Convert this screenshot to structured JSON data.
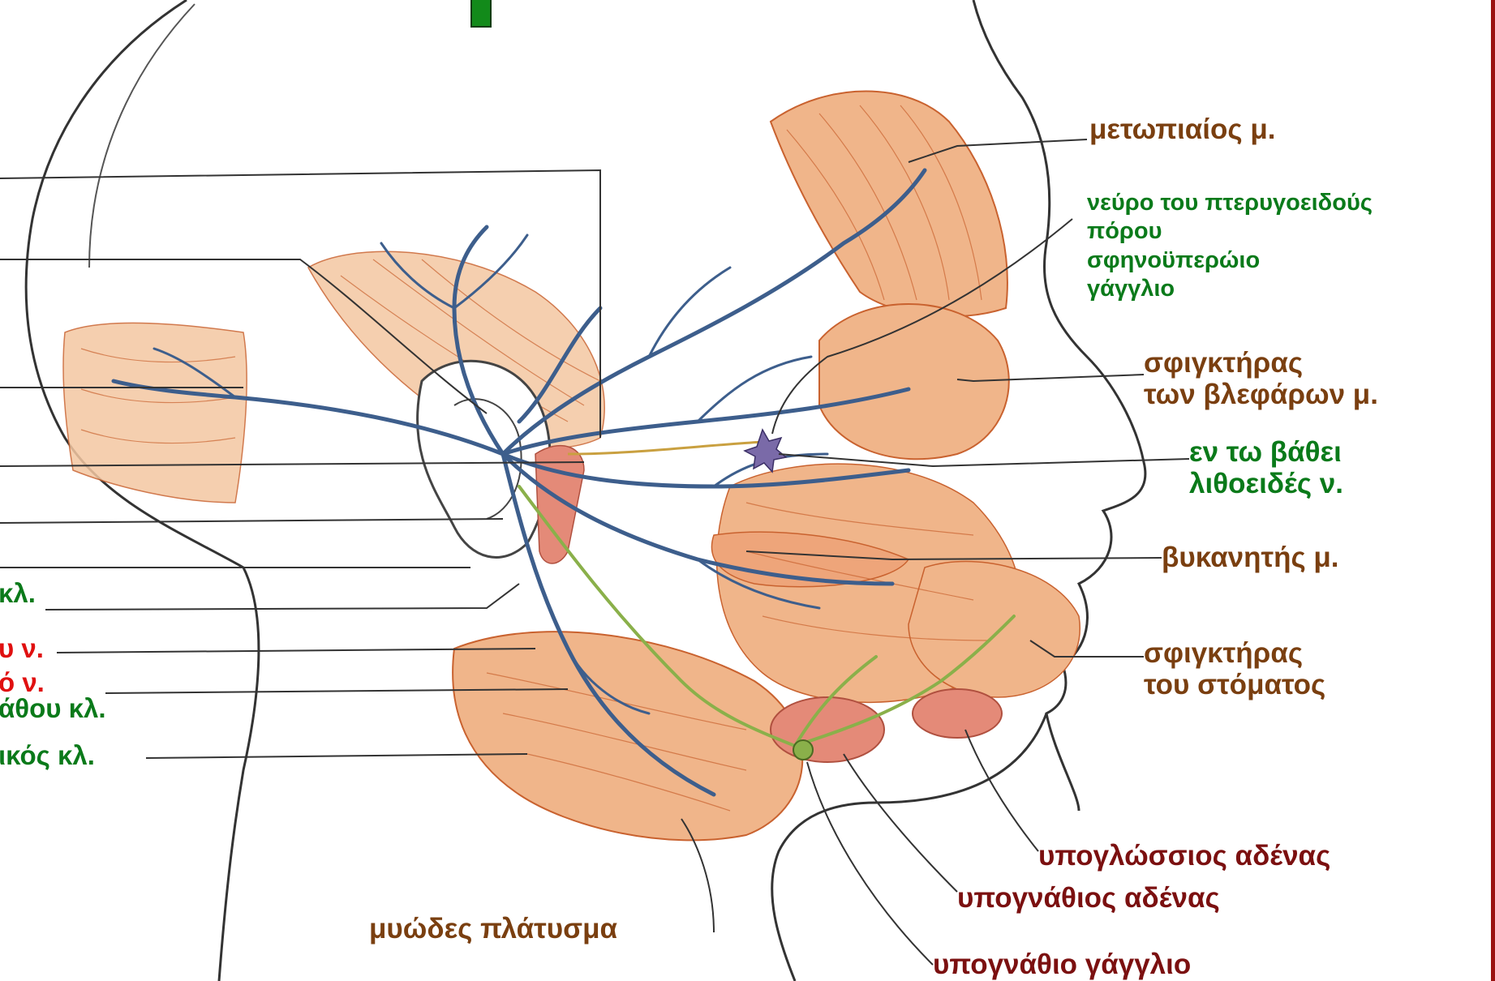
{
  "colors": {
    "muscle": "#f0b58a",
    "muscle_dark": "#c9622f",
    "nerve": "#3d5e8c",
    "nerve_parasympathetic": "#8ab04a",
    "gland": "#e48a78",
    "label_brown": "#7a3f10",
    "label_maroon": "#7b1010",
    "label_green": "#0a7a1a",
    "label_red": "#e01010",
    "frame": "#9a1010"
  },
  "labels": {
    "frontalis": "μετωπιαίος μ.",
    "pterygoid_canal_nerve_line1": "νεύρο του πτερυγοειδούς",
    "pterygoid_canal_nerve_line2": "πόρου",
    "pterygopalatine_ganglion_line1": "σφηνοϋπερώιο",
    "pterygopalatine_ganglion_line2": "γάγγλιο",
    "orbicularis_oculi_line1": "σφιγκτήρας",
    "orbicularis_oculi_line2": "των βλεφάρων μ.",
    "deep_petrosal_line1": "εν τω βάθει",
    "deep_petrosal_line2": "λιθοειδές ν.",
    "buccinator": "βυκανητής μ.",
    "orbicularis_oris_line1": "σφιγκτήρας",
    "orbicularis_oris_line2": "του στόματος",
    "sublingual_gland": "υπογλώσσιος αδένας",
    "submandibular_gland": "υπογνάθιος αδένας",
    "submandibular_ganglion": "υπογνάθιο γάγγλιο",
    "platysma": "μυώδες πλάτυσμα",
    "left_clipped_1": "κλ.",
    "left_clipped_2": "υ ν.",
    "left_clipped_3": "ό ν.",
    "left_clipped_4": "άθου κλ.",
    "left_clipped_5": "ικός κλ."
  }
}
